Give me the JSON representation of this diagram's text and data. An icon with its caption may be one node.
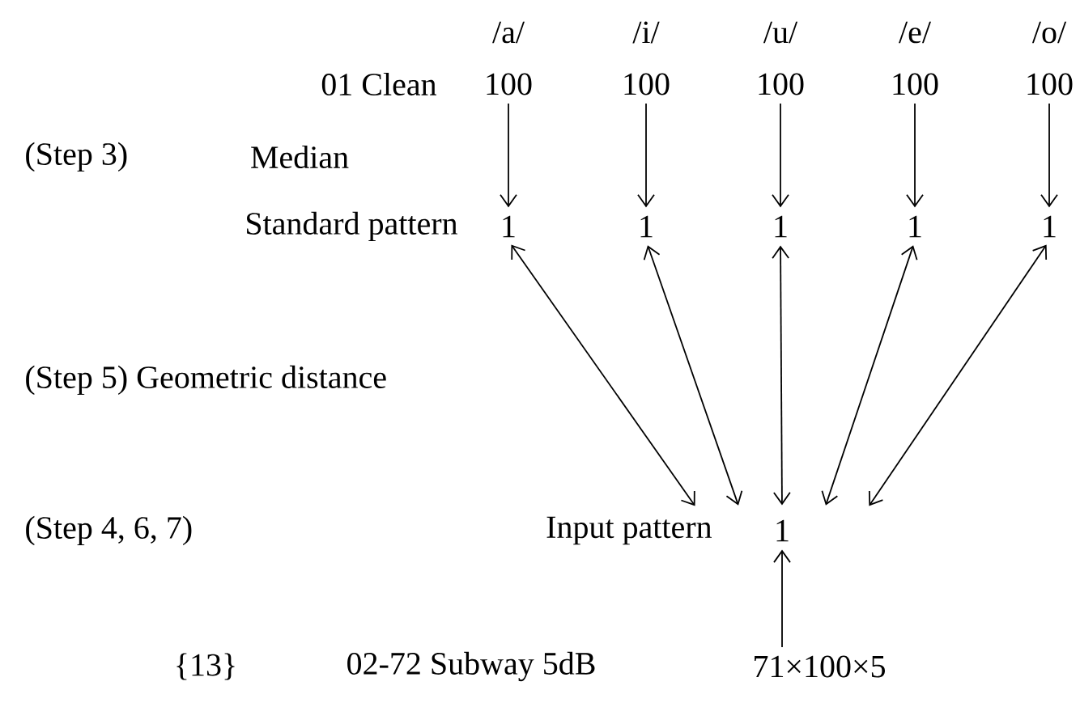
{
  "diagram": {
    "nodes": [
      {
        "text": [
          "100"
        ]
      },
      {
        "text": [
          "100"
        ]
      },
      {
        "text": [
          "100"
        ]
      },
      {
        "text": [
          "100"
        ]
      },
      {
        "text": [
          "100"
        ]
      },
      {
        "text": [
          "1"
        ]
      },
      {
        "text": [
          "1"
        ]
      },
      {
        "text": [
          "1"
        ]
      },
      {
        "text": [
          "1"
        ]
      },
      {
        "text": [
          "1"
        ]
      },
      {
        "text": [
          "1"
        ]
      },
      {
        "text": [
          "71×100×5"
        ]
      }
    ],
    "edges": [
      {
        "from": 0,
        "to": 5,
        "arrow": "to"
      },
      {
        "from": 1,
        "to": 6,
        "arrow": "to"
      },
      {
        "from": 2,
        "to": 7,
        "arrow": "to"
      },
      {
        "from": 3,
        "to": 8,
        "arrow": "to"
      },
      {
        "from": 4,
        "to": 9,
        "arrow": "to"
      },
      {
        "from": 5,
        "to": 10,
        "arrow": "both"
      },
      {
        "from": 6,
        "to": 10,
        "arrow": "both"
      },
      {
        "from": 7,
        "to": 10,
        "arrow": "both"
      },
      {
        "from": 8,
        "to": 10,
        "arrow": "both"
      },
      {
        "from": 9,
        "to": 10,
        "arrow": "both"
      },
      {
        "from": 11,
        "to": 10,
        "arrow": "to"
      }
    ],
    "labels": [
      "/a/",
      "/i/",
      "/u/",
      "/e/",
      "/o/",
      "01 Clean",
      "(Step 3)",
      "Median",
      "Standard pattern",
      "(Step 5) Geometric distance",
      "(Step 4, 6, 7)",
      "Input pattern",
      "{13}",
      "02-72 Subway 5dB"
    ]
  }
}
